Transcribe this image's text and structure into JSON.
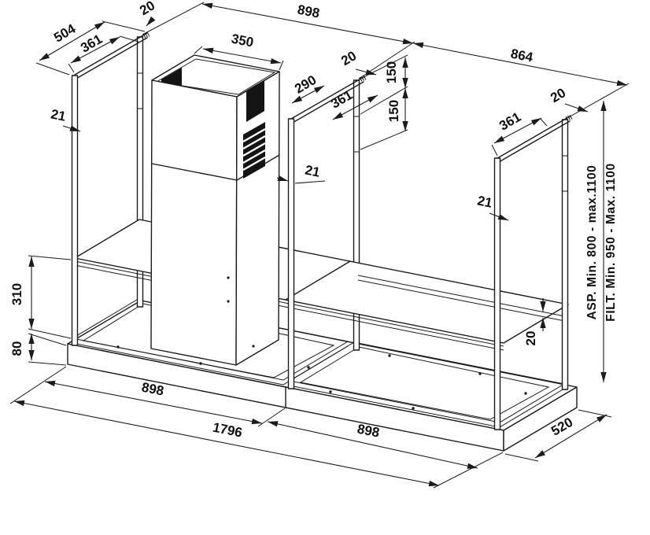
{
  "drawing": {
    "type": "isometric-installation-diagram",
    "subject": "kitchen hood telescopic frame structure with chimney duct, shelves and plinth base",
    "units": "mm",
    "dims": {
      "frame_depth_overall": "504",
      "frame_rail_left": "361",
      "rail_width_left": "20",
      "post_left": "21",
      "span_top_left": "898",
      "span_top_right": "864",
      "chimney_width": "350",
      "chimney_offset": "290",
      "frame_rail_mid": "361",
      "rail_width_mid": "20",
      "post_mid": "21",
      "step_upper": "150",
      "step_lower": "150",
      "frame_rail_right": "361",
      "rail_width_right": "20",
      "post_right": "21",
      "shelf_rail_height": "20",
      "shelf_height": "310",
      "plinth_height": "80",
      "base_section_left": "898",
      "base_section_right": "898",
      "base_overall": "1796",
      "base_depth": "520"
    },
    "notes": {
      "aspiration": "ASP. Min. 800 - max.1100",
      "filtering": "FILT. Min. 950 - Max. 1100"
    }
  }
}
